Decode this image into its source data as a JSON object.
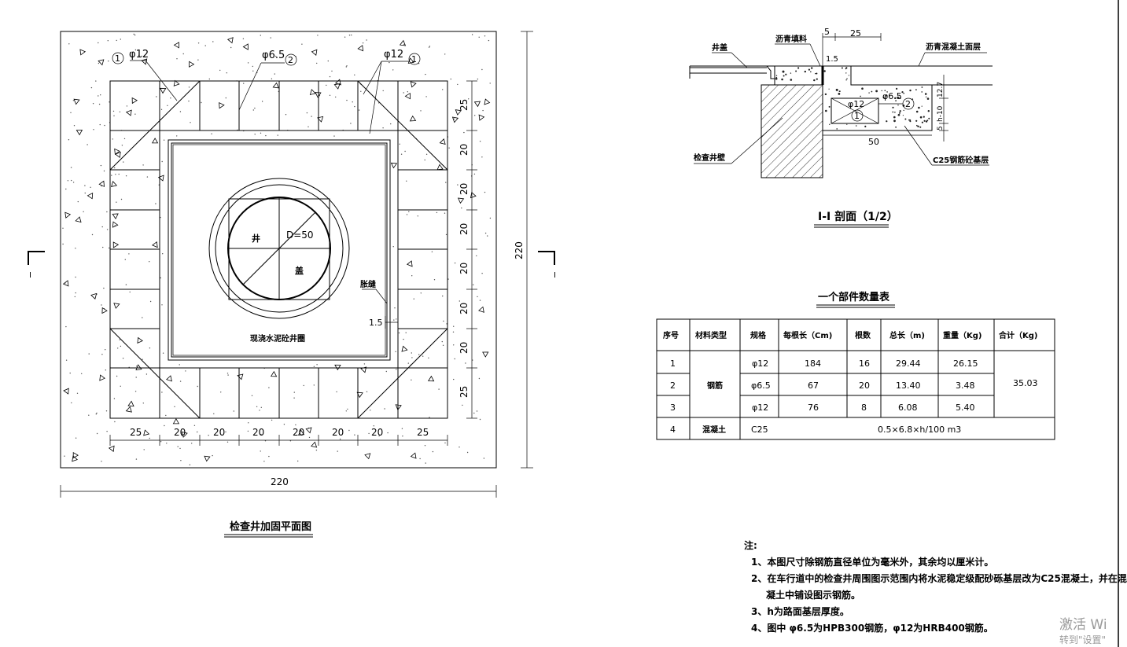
{
  "plan": {
    "title": "检查井加固平面图",
    "cover_label_1": "井",
    "cover_label_2": "盖",
    "diameter": "D=50",
    "ring_label": "现浇水泥砼井圈",
    "joint_label": "胀缝",
    "joint_width": "1.5",
    "rebar_1_left": "φ12",
    "rebar_1_left_no": "1",
    "rebar_2": "φ6.5",
    "rebar_2_no": "2",
    "rebar_1_right": "φ12",
    "rebar_1_right_no": "1",
    "width_total": "220",
    "height_total": "220",
    "bottom_dims": [
      "25",
      "20",
      "20",
      "20",
      "20",
      "20",
      "20",
      "25"
    ],
    "right_dims": [
      "25",
      "20",
      "20",
      "20",
      "20",
      "20",
      "20",
      "25"
    ],
    "section_mark": "I"
  },
  "section": {
    "title": "I-I 剖面（1/2）",
    "label_cover": "井盖",
    "label_asphalt_fill": "沥青填料",
    "label_asphalt_layer": "沥青混凝土面层",
    "label_well_wall": "检查井壁",
    "label_base": "C25钢筋砼基层",
    "dim_5": "5",
    "dim_25": "25",
    "dim_1_5": "1.5",
    "dim_50": "50",
    "dim_12_7": "12.7",
    "dim_h10": "h-10",
    "dim_5b": "5",
    "rebar_12": "φ12",
    "rebar_6_5": "φ6.5",
    "no_1": "1",
    "no_2": "2"
  },
  "table": {
    "title": "一个部件数量表",
    "headers": [
      "序号",
      "材料类型",
      "规格",
      "每根长（Cm)",
      "根数",
      "总长（m)",
      "重量（Kg)",
      "合计（Kg)"
    ],
    "material_steel": "钢筋",
    "material_concrete": "混凝土",
    "total_kg": "35.03",
    "rows": [
      {
        "no": "1",
        "spec": "φ12",
        "len": "184",
        "count": "16",
        "total_m": "29.44",
        "weight": "26.15"
      },
      {
        "no": "2",
        "spec": "φ6.5",
        "len": "67",
        "count": "20",
        "total_m": "13.40",
        "weight": "3.48"
      },
      {
        "no": "3",
        "spec": "φ12",
        "len": "76",
        "count": "8",
        "total_m": "6.08",
        "weight": "5.40"
      }
    ],
    "row4": {
      "no": "4",
      "spec": "C25",
      "formula": "0.5×6.8×h/100 m3"
    }
  },
  "notes": {
    "head": "注:",
    "n1": "1、本图尺寸除钢筋直径单位为毫米外，其余均以厘米计。",
    "n2a": "2、在车行道中的检查井周围图示范围内将水泥稳定级配砂砾基层改为C25混凝土，并在混",
    "n2b": "凝土中铺设图示钢筋。",
    "n3": "3、h为路面基层厚度。",
    "n4": "4、图中 φ6.5为HPB300钢筋，φ12为HRB400钢筋。"
  },
  "watermark": {
    "line1": "激活 Wi",
    "line2": "转到\"设置\""
  }
}
